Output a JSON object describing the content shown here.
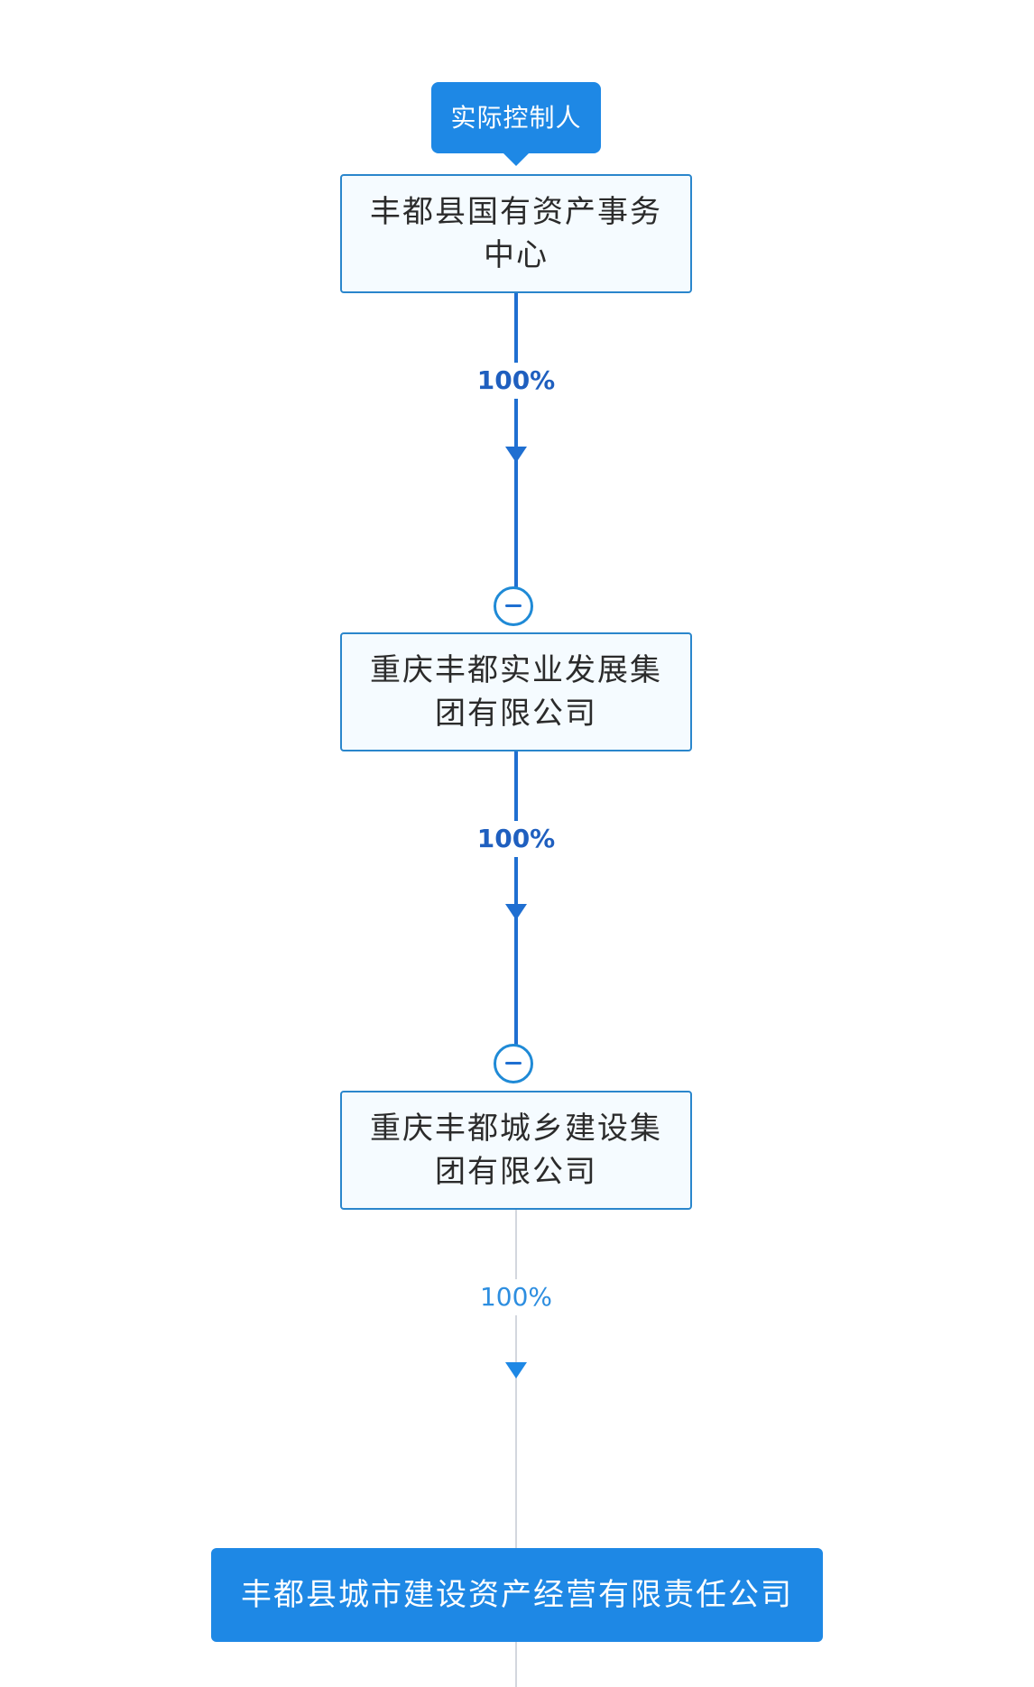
{
  "controller_tag": "实际控制人",
  "nodes": [
    {
      "name": "丰都县国有资产事务中心"
    },
    {
      "name": "重庆丰都实业发展集团有限公司"
    },
    {
      "name": "重庆丰都城乡建设集团有限公司"
    }
  ],
  "edges": [
    {
      "percent": "100%"
    },
    {
      "percent": "100%"
    },
    {
      "percent": "100%"
    }
  ],
  "target": {
    "name": "丰都县城市建设资产经营有限责任公司"
  },
  "colors": {
    "primary": "#1e88e5",
    "line": "#1f6fd1",
    "node_border": "#2a86cc",
    "node_fill": "#f5fbff",
    "faint_line": "#d3d7de"
  }
}
